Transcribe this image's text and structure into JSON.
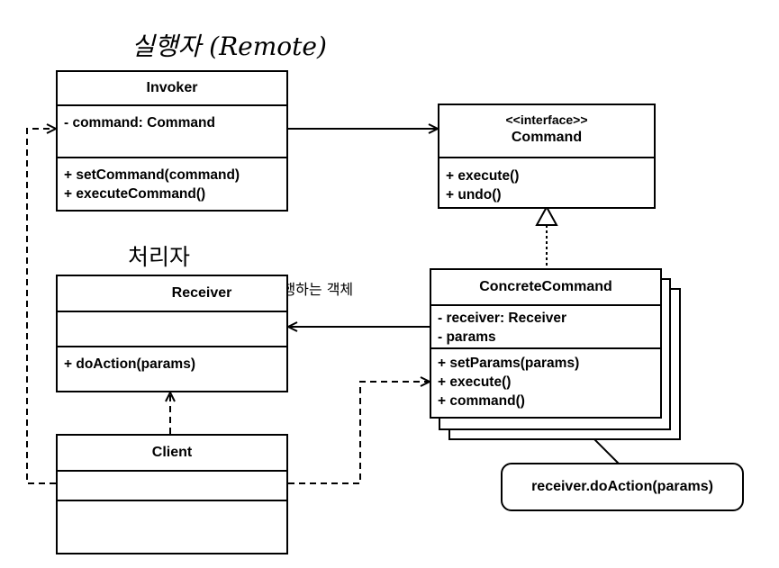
{
  "annotations": {
    "invoker_note": "실행자 (Remote)",
    "receiver_note_title": "처리자",
    "receiver_note_text": "⇒ 명령을 실행하는 객체"
  },
  "invoker": {
    "name": "Invoker",
    "attributes": [
      "- command: Command"
    ],
    "methods": [
      "+ setCommand(command)",
      "+ executeCommand()"
    ]
  },
  "command": {
    "stereotype": "<<interface>>",
    "name": "Command",
    "methods": [
      "+ execute()",
      "+ undo()"
    ]
  },
  "receiver": {
    "name": "Receiver",
    "attributes": [],
    "methods": [
      "+ doAction(params)"
    ]
  },
  "concrete_command": {
    "name": "ConcreteCommand",
    "attributes": [
      "- receiver: Receiver",
      "- params"
    ],
    "methods": [
      "+ setParams(params)",
      "+ execute()",
      "+ command()"
    ]
  },
  "client": {
    "name": "Client"
  },
  "note": {
    "text": "receiver.doAction(params)"
  }
}
